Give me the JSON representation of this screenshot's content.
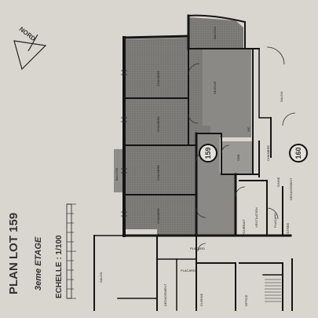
{
  "legend": {
    "title": "PLAN LOT 159",
    "floor": "3eme ETAGE",
    "scale": "ECHELLE : 1/100",
    "north": "NORD"
  },
  "lots": {
    "main": "159",
    "neighbor": "160"
  },
  "rooms": {
    "chambre_a": "CHAMBRE",
    "chambre_b": "CHAMBRE",
    "chambre_c": "CHAMBRE",
    "chambre_d": "CHAMBRE",
    "sejour": "SEJOUR",
    "balcon_left": "BALCON",
    "balcon_top": "BALCON",
    "salon_right": "SALON",
    "salon_left": "SALON",
    "degagement_right": "DEGAGEMENT",
    "degagement_left": "DEGAGEMENT",
    "ventilation": "VENTILATION",
    "placard_a": "PLACARD",
    "placard_b": "PLACARD",
    "placard_c": "PLACARD",
    "entree": "ENTREE",
    "cuisine": "CUISINE",
    "office": "OFFICE",
    "sdb": "SDB",
    "wc": "WC",
    "gaine": "GAINE",
    "pourrait": "POURRAIT",
    "chambre_right": "CHAMBRE"
  },
  "scale_bar": {
    "ticks": 10
  },
  "colors": {
    "paper": "#d9d6d0",
    "shade": "#7c7b78",
    "wall": "#141414",
    "ink": "#333333"
  }
}
